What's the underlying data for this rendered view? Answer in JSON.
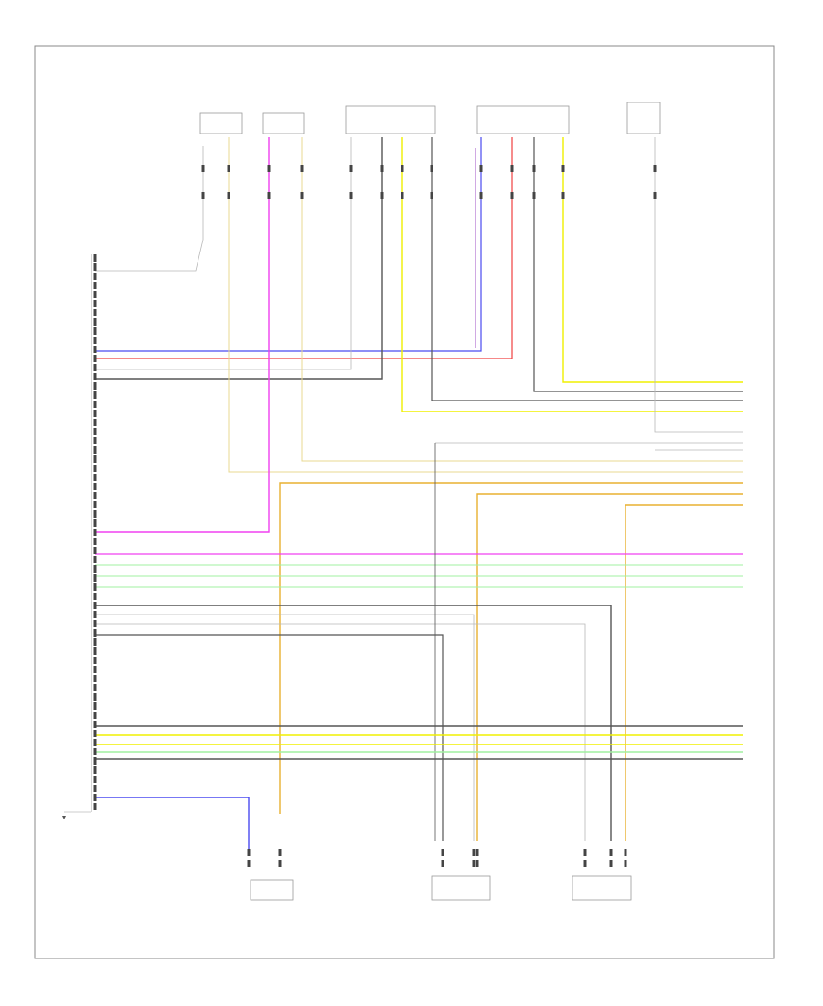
{
  "diagram": {
    "footer_code": "",
    "wire_colors": {
      "blue": "#4a4af0",
      "red": "#f04040",
      "magenta": "#f040f0",
      "yellow": "#f0f000",
      "tan": "#e8d890",
      "orange": "#e8b030",
      "green": "#a0f0a0",
      "gray": "#b8b8b8",
      "dark": "#555555",
      "violet": "#b070d0",
      "frame": "#888888"
    },
    "components": [
      {
        "id": "top-1",
        "label_lines": [
          "",
          "",
          ""
        ]
      },
      {
        "id": "top-2",
        "label_lines": [
          "",
          ""
        ]
      },
      {
        "id": "top-3",
        "label_lines": [
          "",
          "",
          "",
          ""
        ]
      },
      {
        "id": "top-4",
        "label_lines": [
          "",
          "",
          "",
          ""
        ]
      },
      {
        "id": "top-5",
        "label_lines": [
          "",
          "",
          "",
          ""
        ]
      },
      {
        "id": "control-module",
        "label_lines": [
          "",
          "",
          "",
          ""
        ]
      },
      {
        "id": "bottom-1",
        "label_lines": [
          "",
          ""
        ]
      },
      {
        "id": "bottom-2",
        "label_lines": [
          "",
          "",
          ""
        ]
      },
      {
        "id": "bottom-3",
        "label_lines": [
          "",
          "",
          "",
          ""
        ]
      }
    ]
  }
}
